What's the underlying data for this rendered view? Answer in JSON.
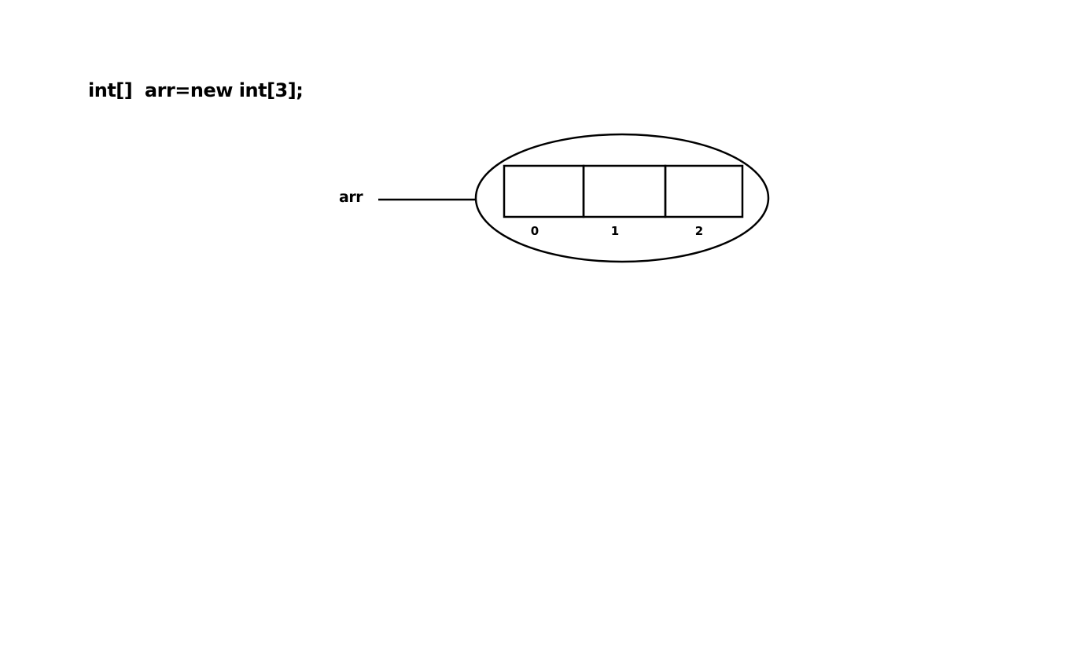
{
  "code": {
    "statement": "int[]  arr=new int[3];"
  },
  "reference": {
    "label": "arr"
  },
  "array": {
    "indices": [
      "0",
      "1",
      "2"
    ]
  }
}
